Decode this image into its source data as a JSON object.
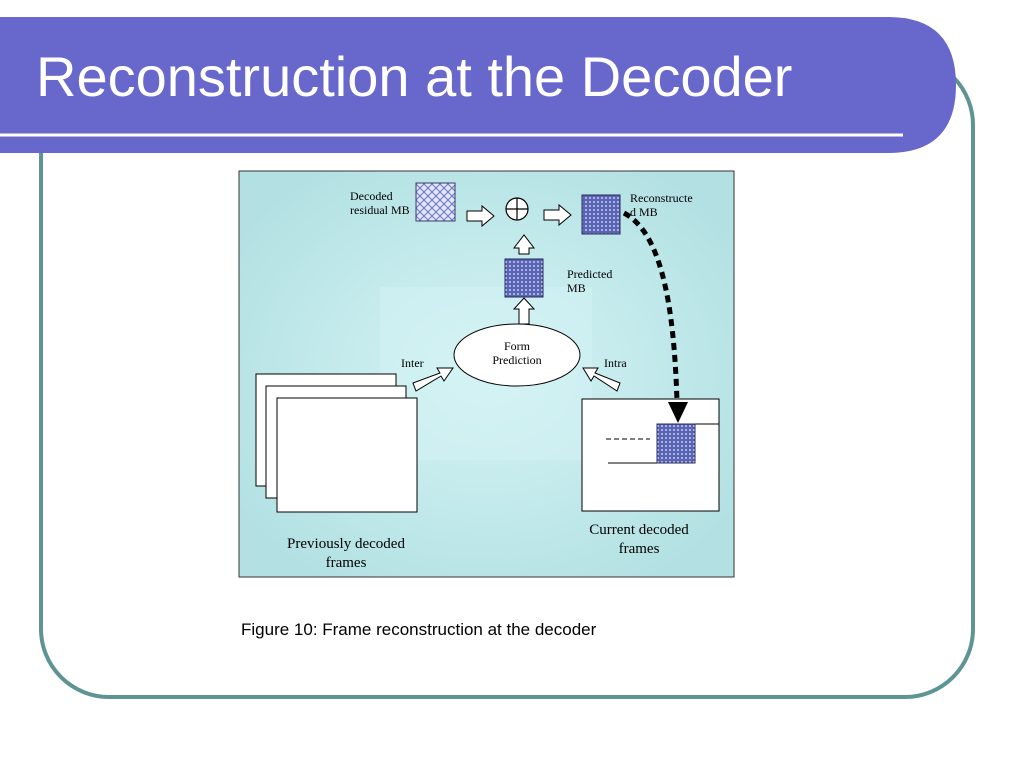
{
  "slide": {
    "title": "Reconstruction at the Decoder",
    "caption": "Figure 10: Frame reconstruction at the decoder"
  },
  "diagram": {
    "decoded_residual_label": "Decoded residual MB",
    "reconstructed_label_line1": "Reconstructe",
    "reconstructed_label_line2": "d MB",
    "predicted_label": "Predicted MB",
    "form_prediction_label": "Form Prediction",
    "inter_label": "Inter",
    "intra_label": "Intra",
    "previous_frames_label": "Previously decoded frames",
    "current_frames_label": "Current decoded frames"
  },
  "colors": {
    "title_bar": "#6868cc",
    "frame_border": "#5f9494",
    "diagram_bg": "#b3e1e3",
    "diagram_glow": "#d6f4f5",
    "block_fill": "#5a64b4",
    "residual_fill": "#d6dcf2"
  }
}
